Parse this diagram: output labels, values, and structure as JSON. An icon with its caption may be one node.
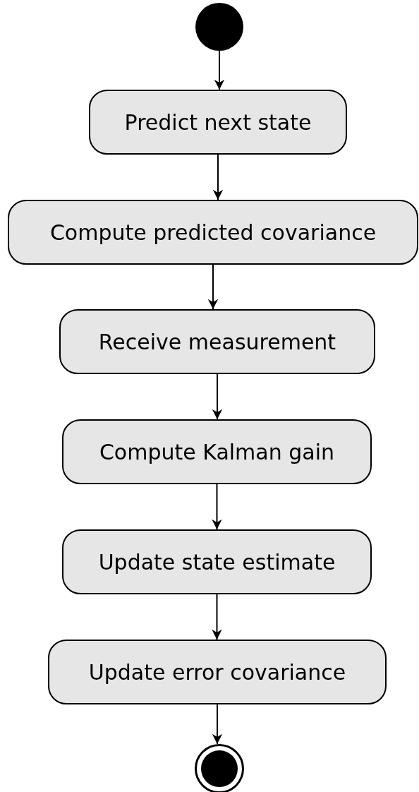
{
  "diagram": {
    "nodes": [
      {
        "text": [],
        "shape": "circle"
      },
      {
        "text": [
          "Predict next state"
        ]
      },
      {
        "text": [
          "Compute predicted covariance"
        ]
      },
      {
        "text": [
          "Receive measurement"
        ]
      },
      {
        "text": [
          "Compute Kalman gain"
        ]
      },
      {
        "text": [
          "Update state estimate"
        ]
      },
      {
        "text": [
          "Update error covariance"
        ]
      },
      {
        "text": [],
        "shape": "bullseye"
      }
    ],
    "edges": [
      {
        "from": 0,
        "to": 1,
        "arrow": "to"
      },
      {
        "from": 1,
        "to": 2,
        "arrow": "to"
      },
      {
        "from": 2,
        "to": 3,
        "arrow": "to"
      },
      {
        "from": 3,
        "to": 4,
        "arrow": "to"
      },
      {
        "from": 4,
        "to": 5,
        "arrow": "to"
      },
      {
        "from": 5,
        "to": 6,
        "arrow": "to"
      },
      {
        "from": 6,
        "to": 7,
        "arrow": "to"
      }
    ]
  }
}
